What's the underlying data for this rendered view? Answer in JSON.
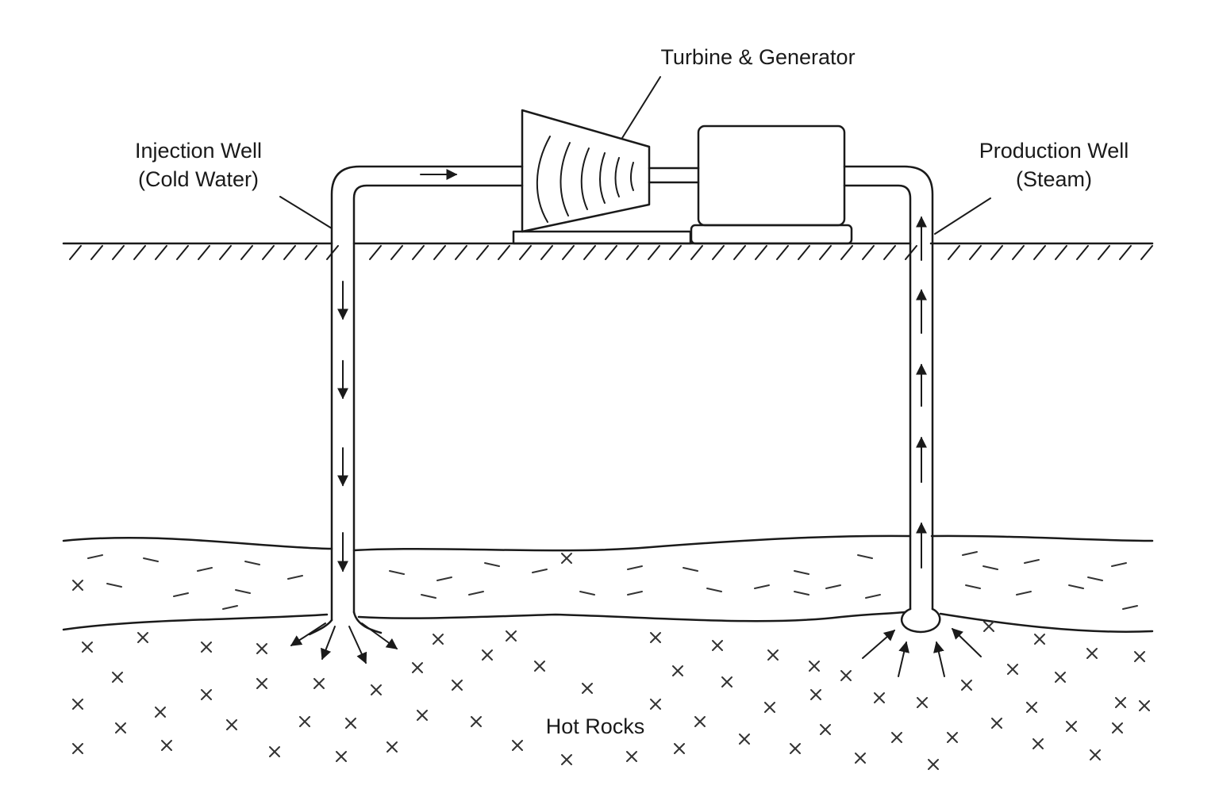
{
  "labels": {
    "turbine": "Turbine & Generator",
    "injection_line1": "Injection Well",
    "injection_line2": "(Cold Water)",
    "production_line1": "Production Well",
    "production_line2": "(Steam)",
    "hot_rocks": "Hot Rocks"
  },
  "colors": {
    "ink": "#1a1a1a",
    "background": "#ffffff"
  }
}
